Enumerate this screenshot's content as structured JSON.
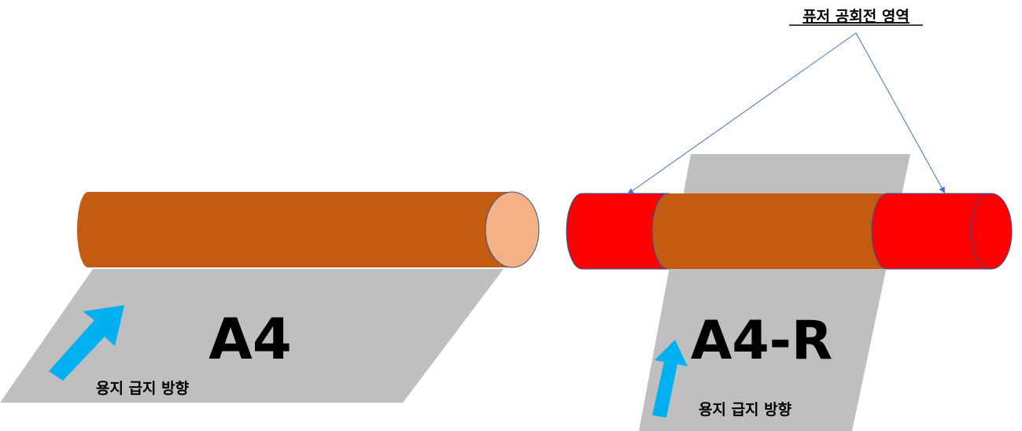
{
  "left_diagram": {
    "paper_label": "A4",
    "feed_label": "용지 급지 방향"
  },
  "right_diagram": {
    "paper_label": "A4-R",
    "feed_label": "용지 급지 방향",
    "callout_label": "퓨저 공회전 영역"
  },
  "colors": {
    "paper": "#bfbfbf",
    "roller": "#c55a11",
    "roller_end": "#f4b183",
    "idle_zone": "#ff0000",
    "arrow": "#00b0f0",
    "callout_line": "#4472c4"
  }
}
